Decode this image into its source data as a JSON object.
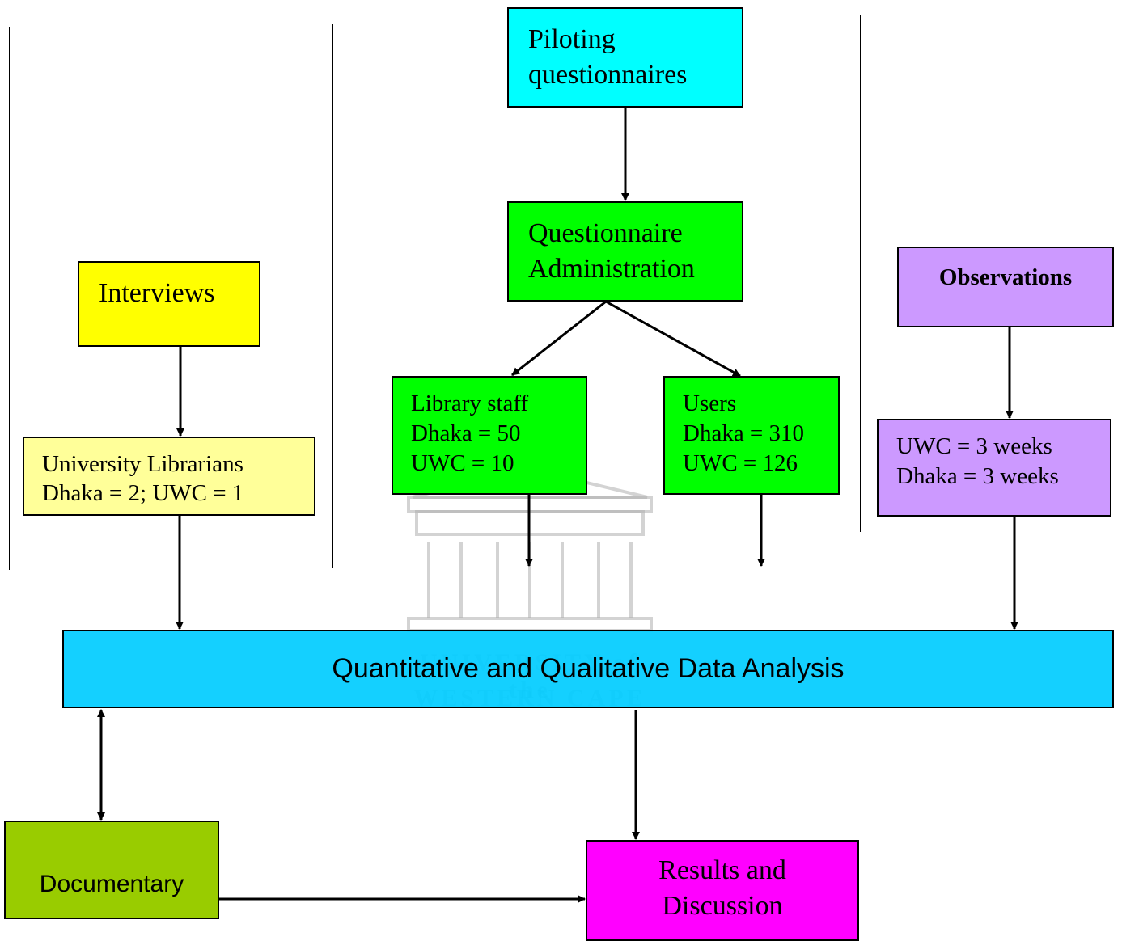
{
  "piloting": {
    "line1": "Piloting",
    "line2": "questionnaires",
    "color": "#00FFFF"
  },
  "administration": {
    "line1": "Questionnaire",
    "line2": "Administration",
    "color": "#00FF00"
  },
  "interviews": {
    "label": "Interviews",
    "color": "#FFFF00"
  },
  "librarians": {
    "line1": "University Librarians",
    "line2": "Dhaka = 2; UWC = 1",
    "color": "#FFFF99"
  },
  "library_staff": {
    "line1": "Library staff",
    "line2": "Dhaka = 50",
    "line3": "UWC = 10",
    "color": "#00FF00"
  },
  "users": {
    "line1": "Users",
    "line2": "Dhaka = 310",
    "line3": "UWC = 126",
    "color": "#00FF00"
  },
  "observations": {
    "label": "Observations",
    "color": "#CC99FF"
  },
  "observation_period": {
    "line1": "UWC = 3 weeks",
    "line2": "Dhaka = 3 weeks",
    "color": "#CC99FF"
  },
  "analysis": {
    "label": "Quantitative and Qualitative Data Analysis",
    "color": "#00CCFF"
  },
  "documentary": {
    "label": "Documentary",
    "color": "#99CC00"
  },
  "results": {
    "line1": "Results and",
    "line2": "Discussion",
    "color": "#FF00FF"
  },
  "watermark": {
    "line1": "UNIVERSITY of the",
    "line2": "WESTERN CAPE"
  }
}
